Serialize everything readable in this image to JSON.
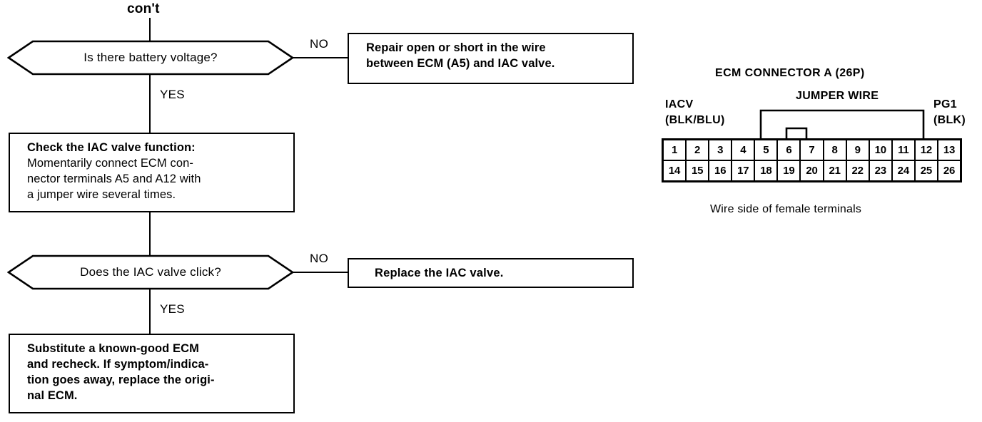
{
  "flow": {
    "continuation_label": "con't",
    "nodes": [
      {
        "id": "decision-battery-voltage",
        "type": "decision",
        "text": "Is there battery voltage?",
        "yes_label": "YES",
        "no_label": "NO"
      },
      {
        "id": "action-repair-wire",
        "type": "process",
        "lines": [
          {
            "text": "Repair open or short in the wire",
            "weight": "bold"
          },
          {
            "text": "between ECM (A5) and IAC valve.",
            "weight": "bold"
          }
        ]
      },
      {
        "id": "action-check-iac-function",
        "type": "process",
        "lines": [
          {
            "text": "Check the IAC valve function:",
            "weight": "bold"
          },
          {
            "text": "Momentarily connect ECM con-",
            "weight": "regular"
          },
          {
            "text": "nector terminals A5 and A12 with",
            "weight": "regular"
          },
          {
            "text": "a jumper wire several times.",
            "weight": "regular"
          }
        ]
      },
      {
        "id": "decision-valve-click",
        "type": "decision",
        "text": "Does the IAC valve click?",
        "yes_label": "YES",
        "no_label": "NO"
      },
      {
        "id": "action-replace-valve",
        "type": "process",
        "lines": [
          {
            "text": "Replace the IAC valve.",
            "weight": "bold"
          }
        ]
      },
      {
        "id": "action-substitute-ecm",
        "type": "process",
        "lines": [
          {
            "text": "Substitute a known-good ECM",
            "weight": "bold"
          },
          {
            "text": "and recheck. If symptom/indica-",
            "weight": "bold"
          },
          {
            "text": "tion goes away, replace the origi-",
            "weight": "bold"
          },
          {
            "text": "nal ECM.",
            "weight": "bold"
          }
        ]
      }
    ]
  },
  "connector": {
    "title": "ECM CONNECTOR A (26P)",
    "jumper_label": "JUMPER WIRE",
    "left_terminal": {
      "name": "IACV",
      "wire_color": "(BLK/BLU)"
    },
    "right_terminal": {
      "name": "PG1",
      "wire_color": "(BLK)"
    },
    "pins_top": [
      "1",
      "2",
      "3",
      "4",
      "5",
      "6",
      "7",
      "8",
      "9",
      "10",
      "11",
      "12",
      "13"
    ],
    "pins_bottom": [
      "14",
      "15",
      "16",
      "17",
      "18",
      "19",
      "20",
      "21",
      "22",
      "23",
      "24",
      "25",
      "26"
    ],
    "jumper_from_pin": "5",
    "jumper_to_pin": "12",
    "caption": "Wire side of female terminals"
  },
  "colors": {
    "ink": "#000000",
    "paper": "#ffffff"
  }
}
